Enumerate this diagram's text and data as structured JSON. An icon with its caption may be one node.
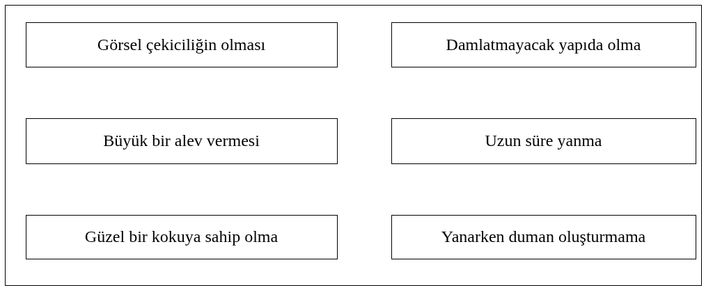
{
  "diagram": {
    "nodes": [
      {
        "text": [],
        "shape": "box"
      },
      {
        "text": [
          "Görsel çekiciliğin olması"
        ],
        "in": 0
      },
      {
        "text": [
          "Damlatmayacak yapıda olma"
        ],
        "in": 0
      },
      {
        "text": [
          "Büyük bir alev vermesi"
        ],
        "in": 0
      },
      {
        "text": [
          "Uzun süre yanma"
        ],
        "in": 0
      },
      {
        "text": [
          "Güzel bir kokuya sahip olma"
        ],
        "in": 0
      },
      {
        "text": [
          "Yanarken duman oluşturmama"
        ],
        "in": 0
      }
    ]
  }
}
